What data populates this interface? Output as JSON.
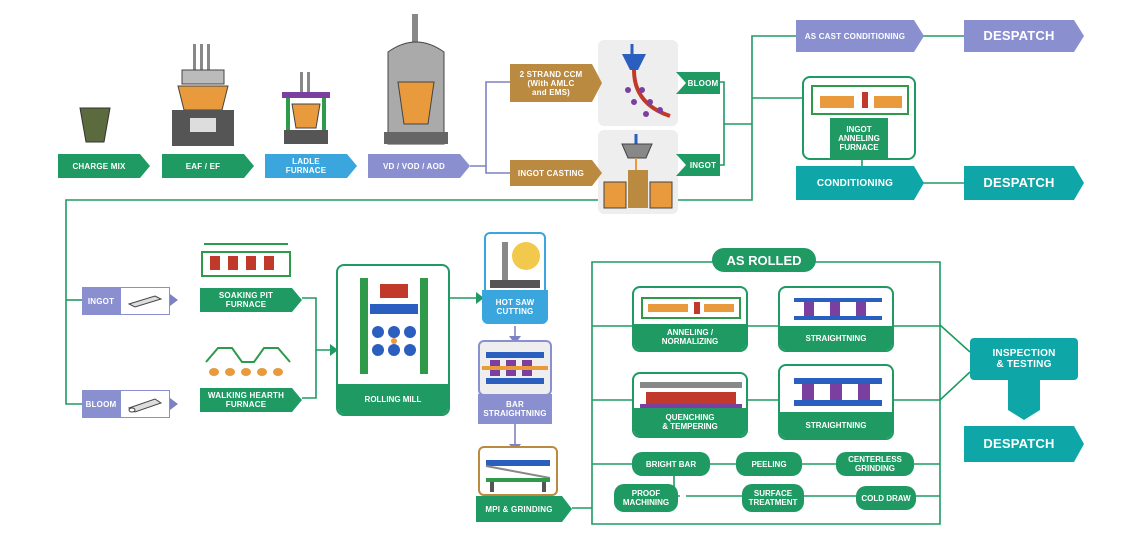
{
  "flow": {
    "charge_mix": "CHARGE MIX",
    "eaf_ef": "EAF / EF",
    "ladle_furnace": "LADLE\nFURNACE",
    "vd_vod_aod": "VD / VOD / AOD",
    "strand_ccm": "2 STRAND CCM\n(With AMLC\nand EMS)",
    "ingot_casting": "INGOT CASTING",
    "bloom_top": "BLOOM",
    "ingot_top": "INGOT",
    "as_cast_conditioning": "AS CAST CONDITIONING",
    "despatch_1": "DESPATCH",
    "ingot_annealing_furnace": "INGOT\nANNELING\nFURNACE",
    "conditioning": "CONDITIONING",
    "despatch_2": "DESPATCH",
    "ingot_left": "INGOT",
    "bloom_left": "BLOOM",
    "soaking_pit_furnace": "SOAKING PIT\nFURNACE",
    "walking_hearth_furnace": "WALKING HEARTH\nFURNACE",
    "rolling_mill": "ROLLING MILL",
    "hot_saw_cutting": "HOT SAW\nCUTTING",
    "bar_straightening": "BAR\nSTRAIGHTNING",
    "mpi_grinding": "MPI & GRINDING",
    "as_rolled": "AS ROLLED",
    "anneling_normalizing": "ANNELING /\nNORMALIZING",
    "straightning_1": "STRAIGHTNING",
    "quenching_tempering": "QUENCHING\n& TEMPERING",
    "straightning_2": "STRAIGHTNING",
    "inspection_testing": "INSPECTION\n& TESTING",
    "despatch_3": "DESPATCH",
    "bright_bar": "BRIGHT BAR",
    "peeling": "PEELING",
    "centerless_grinding": "CENTERLESS\nGRINDING",
    "proof_machining": "PROOF\nMACHINING",
    "surface_treatment": "SURFACE\nTREATMENT",
    "cold_draw": "COLD DRAW"
  },
  "colors": {
    "green": "#1f9a63",
    "blue": "#3aa6dd",
    "purple": "#8a8fd0",
    "gold": "#b98a3f",
    "teal": "#0fa6a8"
  }
}
